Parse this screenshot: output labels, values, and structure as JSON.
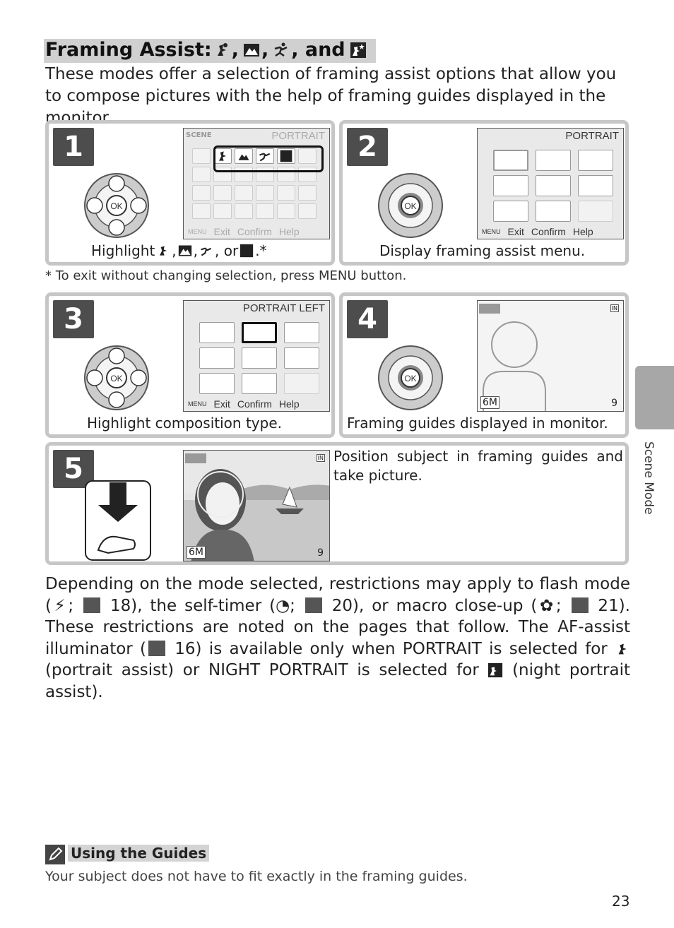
{
  "header": {
    "title_prefix": "Framing Assist:",
    "title_sep1": ",",
    "title_sep2": ",",
    "title_sep3": ", and",
    "intro": "These modes offer a selection of framing assist options that allow you to compose pictures with the help of framing guides displayed in the monitor."
  },
  "steps": [
    {
      "num": "1",
      "caption_pre": "Highlight",
      "caption_s1": ",",
      "caption_s2": ",",
      "caption_s3": ", or",
      "caption_post": ".*"
    },
    {
      "num": "2",
      "caption": "Display framing assist menu."
    },
    {
      "num": "3",
      "caption": "Highlight composition type."
    },
    {
      "num": "4",
      "caption": "Framing guides displayed in monitor."
    },
    {
      "num": "5",
      "text": "Position subject in framing guides and take picture."
    }
  ],
  "screens": {
    "scene": {
      "header": "PORTRAIT",
      "side": "SCENE",
      "exit": "Exit",
      "confirm": "Confirm",
      "help": "Help"
    },
    "portrait": {
      "header": "PORTRAIT",
      "exit": "Exit",
      "confirm": "Confirm",
      "help": "Help"
    },
    "portrait_left": {
      "header": "PORTRAIT LEFT",
      "exit": "Exit",
      "confirm": "Confirm",
      "help": "Help"
    },
    "monitor": {
      "size": "6M",
      "count": "9"
    },
    "ok_label": "OK",
    "menu_label": "MENU",
    "in_label": "IN"
  },
  "footnote": "* To exit without changing selection, press MENU button.",
  "side_label": "Scene Mode",
  "body": {
    "p1": "Depending on the mode selected, restrictions may apply to flash mode (",
    "p2": "; ",
    "p3": " 18), the self-timer (",
    "p4": "; ",
    "p5": " 20), or macro close-up (",
    "p6": "; ",
    "p7": " 21). These restrictions are noted on the pages that follow. The AF-assist illuminator (",
    "p8": " 16) is available only when PORTRAIT is selected for ",
    "p9": " (portrait assist) or NIGHT PORTRAIT is selected for ",
    "p10": " (night portrait assist)."
  },
  "note": {
    "title": "Using the Guides",
    "text": "Your subject does not have to fit exactly in the framing guides."
  },
  "page_number": "23"
}
